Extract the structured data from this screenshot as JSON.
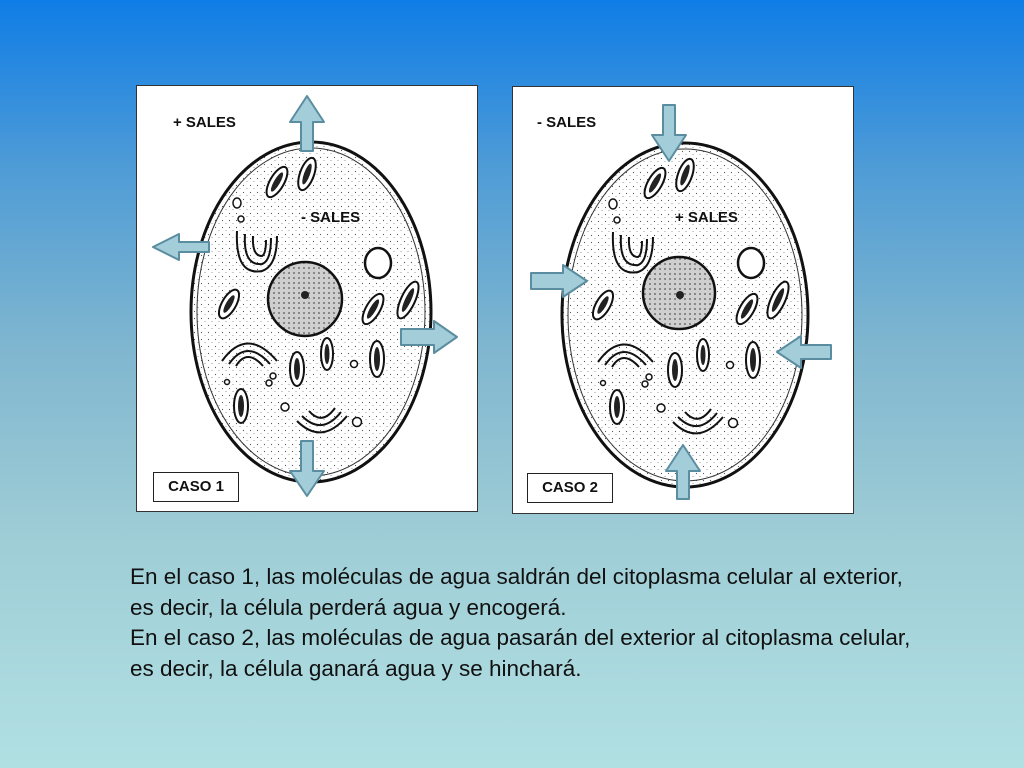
{
  "colors": {
    "arrow_fill": "#a3cdd9",
    "arrow_stroke": "#5b8da0",
    "background_top": "#0f7de6",
    "background_bottom": "#b1e0e3"
  },
  "case1": {
    "label_outside": "+ SALES",
    "label_inside": "- SALES",
    "box_label": "CASO 1",
    "arrows_direction": "outward"
  },
  "case2": {
    "label_outside": "- SALES",
    "label_inside": "+ SALES",
    "box_label": "CASO 2",
    "arrows_direction": "inward"
  },
  "caption": {
    "line1": "En el caso 1, las moléculas de agua saldrán del citoplasma celular al exterior, es decir, la célula perderá agua y encogerá.",
    "line2": "En el caso 2, las moléculas de agua pasarán del exterior al citoplasma celular, es decir, la célula ganará agua y se hinchará."
  }
}
